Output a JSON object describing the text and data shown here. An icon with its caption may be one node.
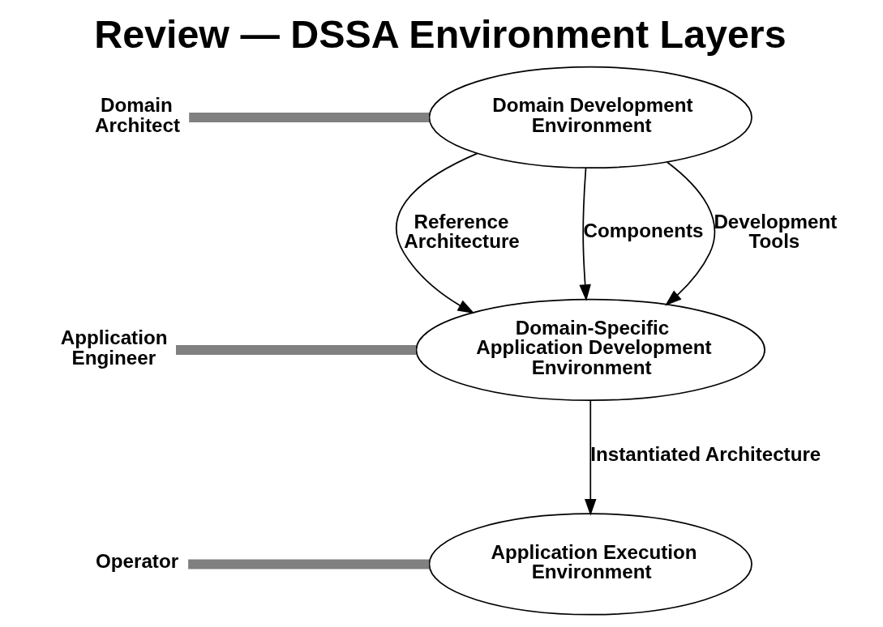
{
  "diagram": {
    "title": "Review — DSSA Environment Layers",
    "nodes": [
      {
        "text": [
          "Domain Architect"
        ]
      },
      {
        "text": [
          "Domain Development Environment"
        ]
      },
      {
        "text": [
          "Application Engineer"
        ]
      },
      {
        "text": [
          "Domain-Specific Application Development Environment"
        ]
      },
      {
        "text": [
          "Operator"
        ]
      },
      {
        "text": [
          "Application Execution Environment"
        ]
      }
    ],
    "edges": [
      {
        "from": 0,
        "to": 1,
        "arrow": "none",
        "style": "thick",
        "color": "#808080"
      },
      {
        "from": 1,
        "to": 3,
        "arrow": "to",
        "label": "Reference Architecture"
      },
      {
        "from": 1,
        "to": 3,
        "arrow": "to",
        "label": "Components"
      },
      {
        "from": 1,
        "to": 3,
        "arrow": "to",
        "label": "Development Tools"
      },
      {
        "from": 2,
        "to": 3,
        "arrow": "none",
        "style": "thick",
        "color": "#808080"
      },
      {
        "from": 3,
        "to": 5,
        "arrow": "to",
        "label": "Instantiated Architecture"
      },
      {
        "from": 4,
        "to": 5,
        "arrow": "none",
        "style": "thick",
        "color": "#808080"
      }
    ]
  }
}
